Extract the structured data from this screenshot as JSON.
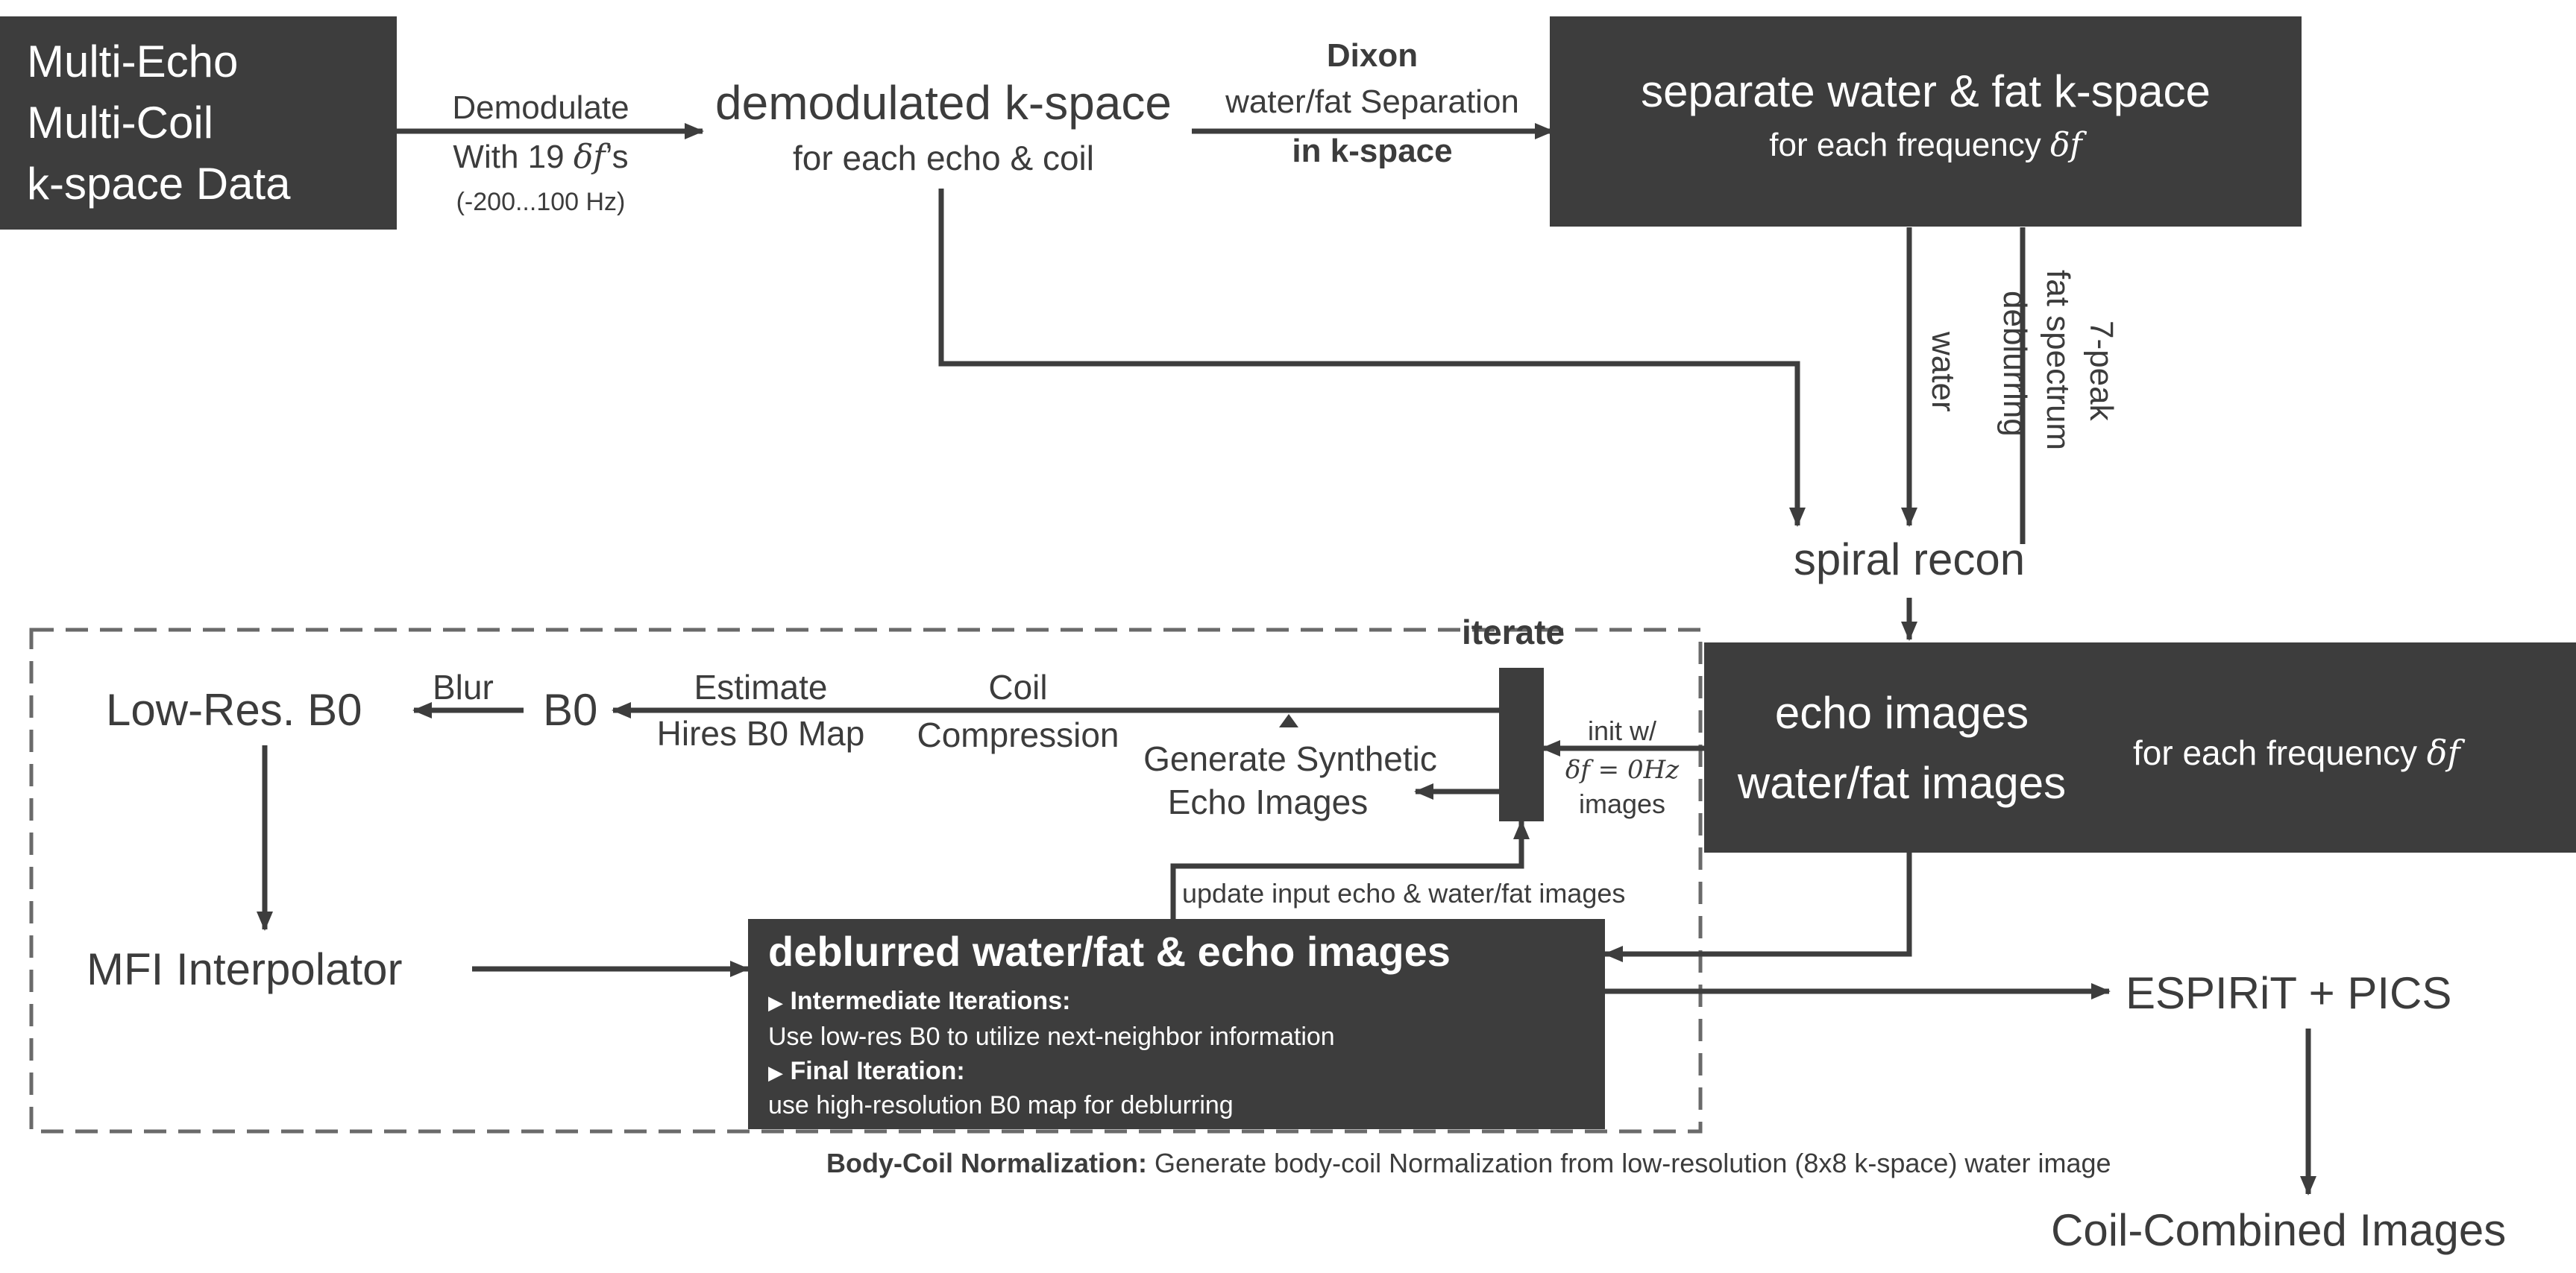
{
  "colors": {
    "box_fill": "#3d3d3d",
    "line": "#3d3d3d",
    "text": "#3c3c3c",
    "box_text": "#ffffff",
    "dashed_border": "#666666"
  },
  "input_box": {
    "line1": "Multi-Echo",
    "line2": "Multi-Coil",
    "line3": "k-space Data"
  },
  "demod_label": {
    "line1": "Demodulate",
    "line2_prefix": "With 19 ",
    "symbol": "δf",
    "line2_suffix": "’s",
    "line3": "(-200...100 Hz)"
  },
  "demod_kspace": {
    "title": "demodulated k-space",
    "subtitle": "for each echo & coil"
  },
  "dixon_label": {
    "line1": "Dixon",
    "line2": "water/fat Separation",
    "line3": "in k-space"
  },
  "separate_box": {
    "title": "separate water & fat k-space",
    "subtitle_prefix": "for each frequency ",
    "symbol": "δf"
  },
  "vertical_labels": {
    "water": "water",
    "peak_line1": "7-peak",
    "peak_line2": "fat spectrum",
    "peak_line3": "deblurring"
  },
  "spiral_recon": "spiral recon",
  "iterate_label": "iterate",
  "echo_box": {
    "line1": "echo images",
    "line2": "water/fat images",
    "bracket_label_prefix": "for each frequency ",
    "symbol": "δf"
  },
  "init_label": {
    "line1": "init w/",
    "line2_math": "δf = 0Hz",
    "line3": "images"
  },
  "synthetic_label": {
    "line1": "Generate Synthetic",
    "line2": "Echo Images"
  },
  "coil_compression": {
    "line1": "Coil",
    "line2": "Compression"
  },
  "estimate_label": {
    "line1": "Estimate",
    "line2": "Hires B0 Map"
  },
  "b0": "B0",
  "blur": "Blur",
  "low_res_b0": "Low-Res. B0",
  "mfi_interpolator": "MFI Interpolator",
  "update_label": "update input echo & water/fat images",
  "deblurred_box": {
    "title": "deblurred water/fat & echo images",
    "item1_head": "Intermediate Iterations:",
    "item1_text": "Use low-res B0 to utilize next-neighbor information",
    "item2_head": "Final Iteration:",
    "item2_text": "use high-resolution B0 map for deblurring",
    "bullet_glyph": "▶"
  },
  "espirit": "ESPIRiT + PICS",
  "normalization": {
    "bold": "Body-Coil Normalization:",
    "text": " Generate body-coil Normalization from low-resolution (8x8 k-space) water image"
  },
  "coil_combined": "Coil-Combined Images"
}
